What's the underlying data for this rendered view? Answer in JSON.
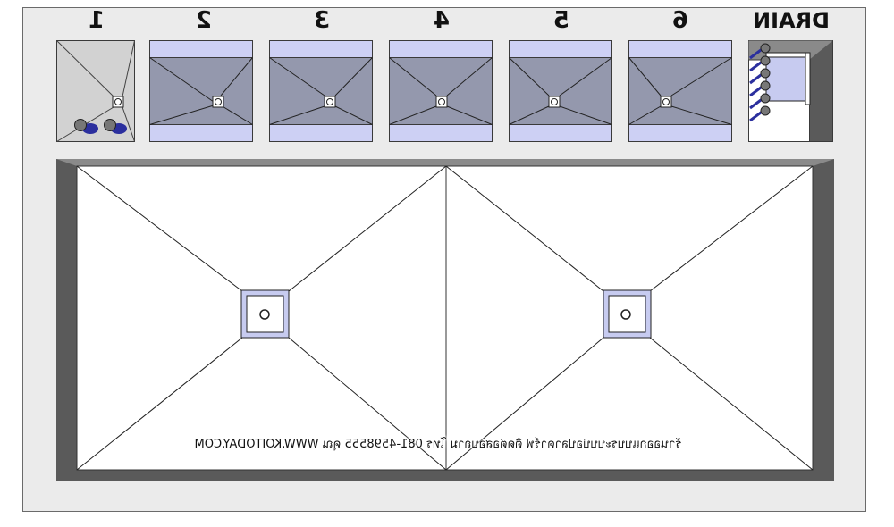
{
  "labels": {
    "drain": "DRAIN",
    "tank_1": "1",
    "tank_2": "2",
    "tank_3": "3",
    "tank_4": "4",
    "tank_5": "5",
    "tank_6": "6"
  },
  "watermark": "ร้านออกแบบระบบบ่อปลาคาร์ฟ ติดต่อสอบถาม โทร 081-4598555 คุณ WWW.KOITODAY.COM",
  "colors": {
    "background": "#ebebeb",
    "tile_face": "#9498ad",
    "tile_strip": "#cdd0f4",
    "tile_border": "#3a3a3a",
    "tank_wall": "#5a5a5a",
    "tank_floor": "#ffffff",
    "drain_box": "#c7cbf0",
    "pipe_blue": "#2b2f9e",
    "pipe_gray": "#777777"
  }
}
